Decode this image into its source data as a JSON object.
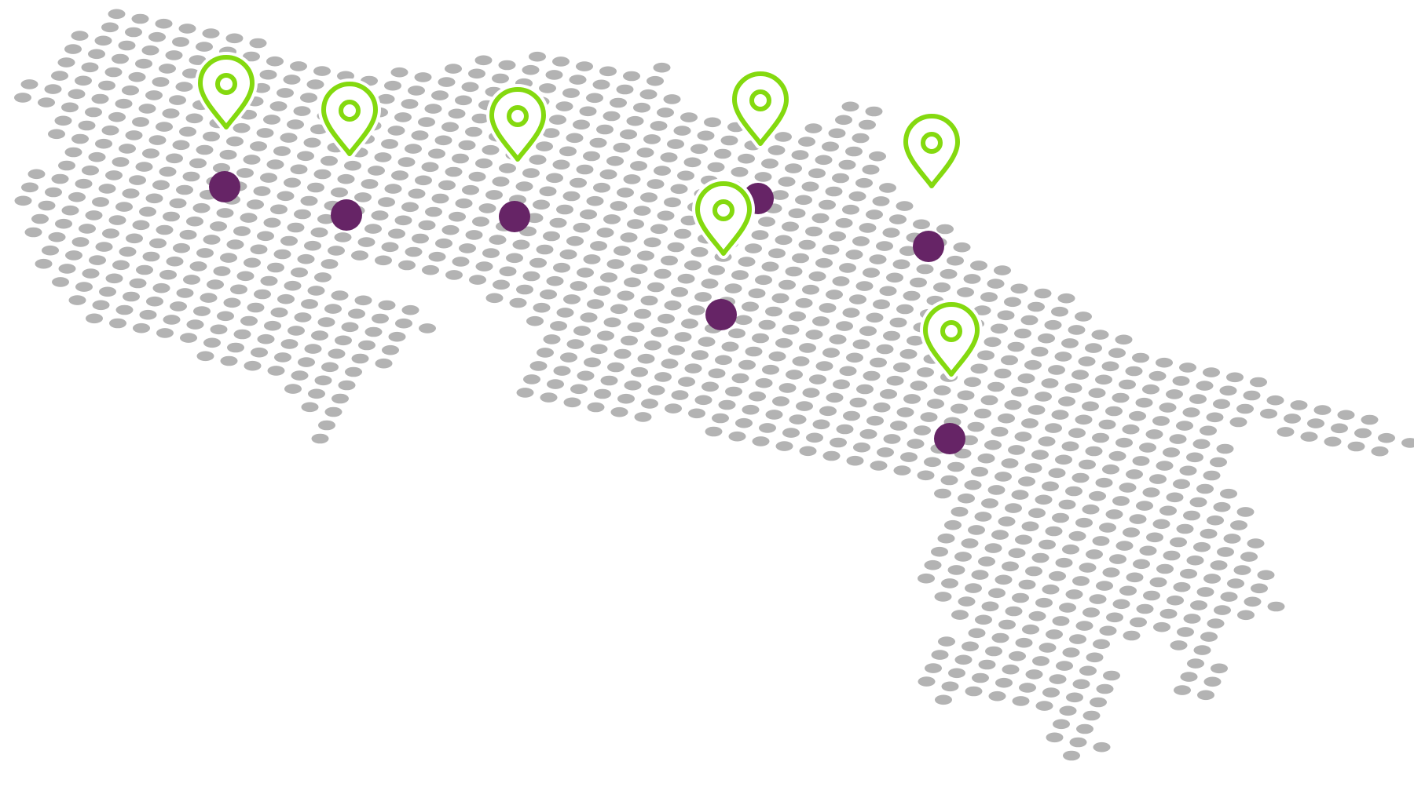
{
  "map": {
    "style": "dot-matrix",
    "dot_color": "#b3b3b3",
    "background_color": "#ffffff",
    "markers": [
      {
        "id": "marker-1",
        "icon": "map-pin-icon",
        "pin_color": "#84d90f",
        "dot_color": "#662466"
      },
      {
        "id": "marker-2",
        "icon": "map-pin-icon",
        "pin_color": "#84d90f",
        "dot_color": "#662466"
      },
      {
        "id": "marker-3",
        "icon": "map-pin-icon",
        "pin_color": "#84d90f",
        "dot_color": "#662466"
      },
      {
        "id": "marker-4",
        "icon": "map-pin-icon",
        "pin_color": "#84d90f",
        "dot_color": "#662466"
      },
      {
        "id": "marker-5",
        "icon": "map-pin-icon",
        "pin_color": "#84d90f",
        "dot_color": "#662466"
      },
      {
        "id": "marker-6",
        "icon": "map-pin-icon",
        "pin_color": "#84d90f",
        "dot_color": "#662466"
      },
      {
        "id": "marker-7",
        "icon": "map-pin-icon",
        "pin_color": "#84d90f",
        "dot_color": "#662466"
      }
    ]
  }
}
